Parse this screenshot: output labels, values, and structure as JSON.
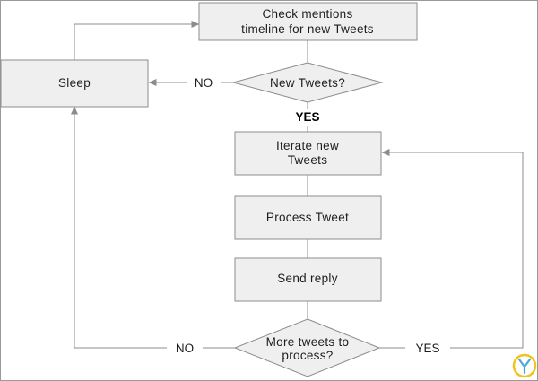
{
  "nodes": {
    "check_mentions": {
      "line1": "Check mentions",
      "line2": "timeline for new Tweets"
    },
    "new_tweets": {
      "label": "New Tweets?"
    },
    "sleep": {
      "label": "Sleep"
    },
    "iterate": {
      "line1": "Iterate new",
      "line2": "Tweets"
    },
    "process": {
      "label": "Process Tweet"
    },
    "send": {
      "label": "Send reply"
    },
    "more_tweets": {
      "line1": "More tweets to",
      "line2": "process?"
    }
  },
  "edges": {
    "new_tweets_no": "NO",
    "new_tweets_yes": "YES",
    "more_tweets_no": "NO",
    "more_tweets_yes": "YES"
  },
  "colors": {
    "box_fill": "#efefef",
    "box_stroke": "#8c8c8c",
    "line": "#8c8c8c",
    "text": "#1e1e1e",
    "frame": "#9a9a9a",
    "logo_yellow": "#f2c31b",
    "logo_blue": "#4ea6dc"
  }
}
